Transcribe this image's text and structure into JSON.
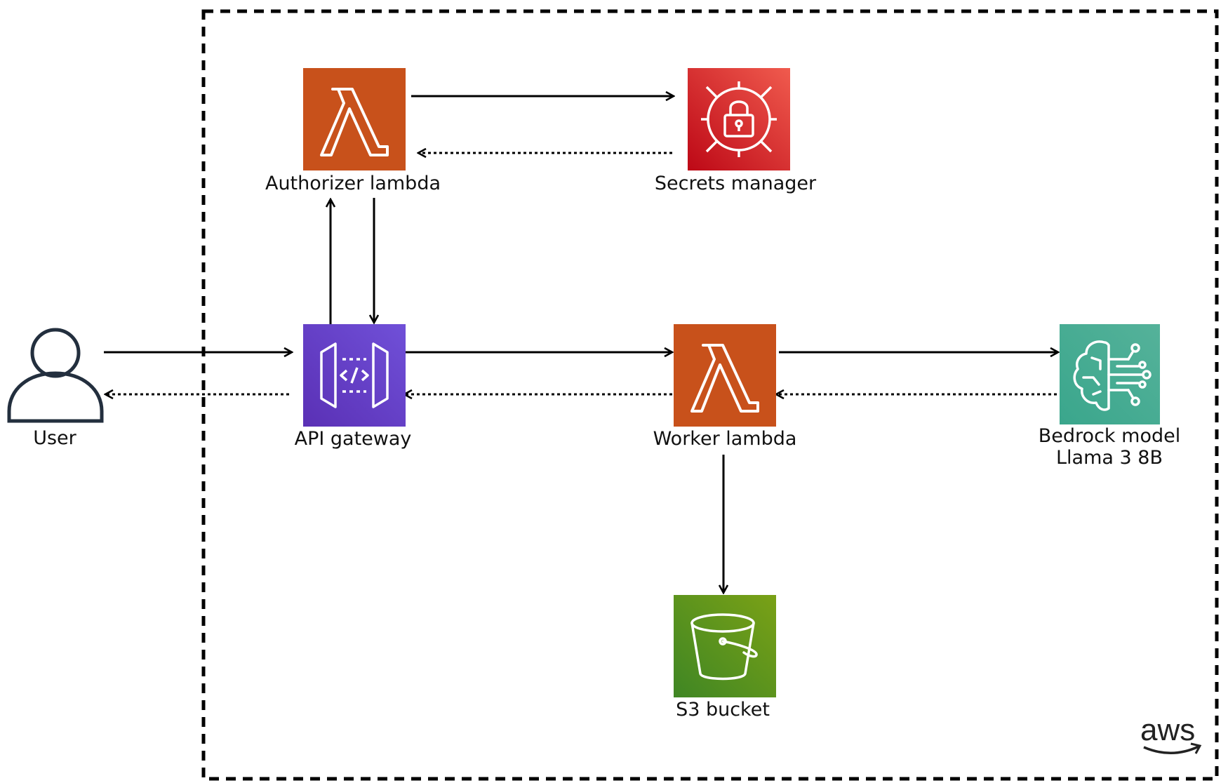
{
  "nodes": {
    "user": {
      "label": "User",
      "icon": "user-icon"
    },
    "authorizer": {
      "label": "Authorizer lambda",
      "icon": "lambda-icon",
      "color": "#C8511B"
    },
    "secrets": {
      "label": "Secrets manager",
      "icon": "lock-icon",
      "color": "#DD344C"
    },
    "api": {
      "label": "API gateway",
      "icon": "api-gateway-icon",
      "color": "#8C4FFF"
    },
    "worker": {
      "label": "Worker lambda",
      "icon": "lambda-icon",
      "color": "#C8511B"
    },
    "bedrock": {
      "label_line1": "Bedrock model",
      "label_line2": "Llama 3 8B",
      "icon": "brain-icon",
      "color": "#01A88D"
    },
    "s3": {
      "label": "S3 bucket",
      "icon": "bucket-icon",
      "color": "#3F8624"
    }
  },
  "boundary": {
    "logo": "aws"
  },
  "edges": [
    {
      "from": "user",
      "to": "api",
      "style": "solid"
    },
    {
      "from": "api",
      "to": "user",
      "style": "dotted"
    },
    {
      "from": "api",
      "to": "authorizer",
      "style": "solid"
    },
    {
      "from": "authorizer",
      "to": "api",
      "style": "solid"
    },
    {
      "from": "authorizer",
      "to": "secrets",
      "style": "solid"
    },
    {
      "from": "secrets",
      "to": "authorizer",
      "style": "dotted"
    },
    {
      "from": "api",
      "to": "worker",
      "style": "solid"
    },
    {
      "from": "worker",
      "to": "api",
      "style": "dotted"
    },
    {
      "from": "worker",
      "to": "bedrock",
      "style": "solid"
    },
    {
      "from": "bedrock",
      "to": "worker",
      "style": "dotted"
    },
    {
      "from": "worker",
      "to": "s3",
      "style": "solid"
    }
  ]
}
